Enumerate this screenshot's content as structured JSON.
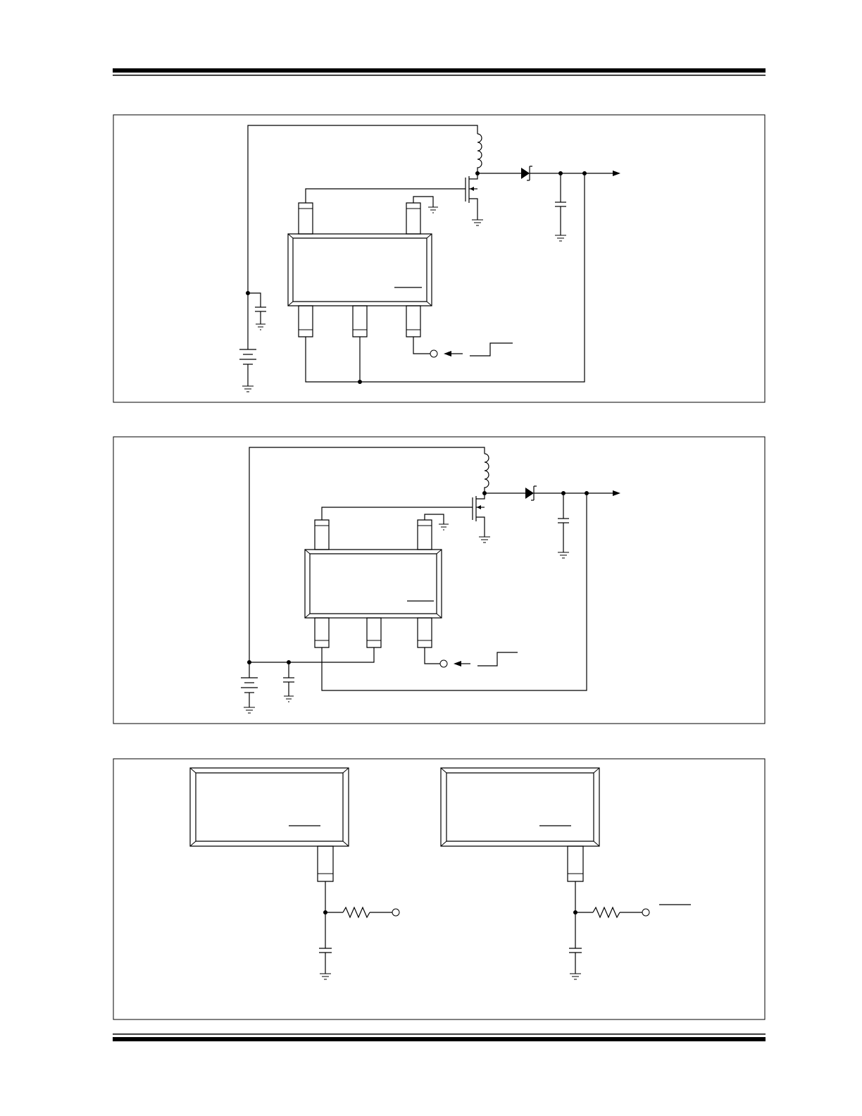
{
  "page": {
    "background": "#ffffff",
    "ink": "#000000"
  },
  "header": {
    "rule": "double-bar"
  },
  "footer": {
    "rule": "double-bar"
  },
  "figures": [
    {
      "id": "figure-1",
      "kind": "boost-converter-schematic",
      "labels": []
    },
    {
      "id": "figure-2",
      "kind": "boost-converter-schematic",
      "labels": []
    },
    {
      "id": "figure-3",
      "kind": "rc-input-filter-schematic",
      "labels": []
    }
  ]
}
